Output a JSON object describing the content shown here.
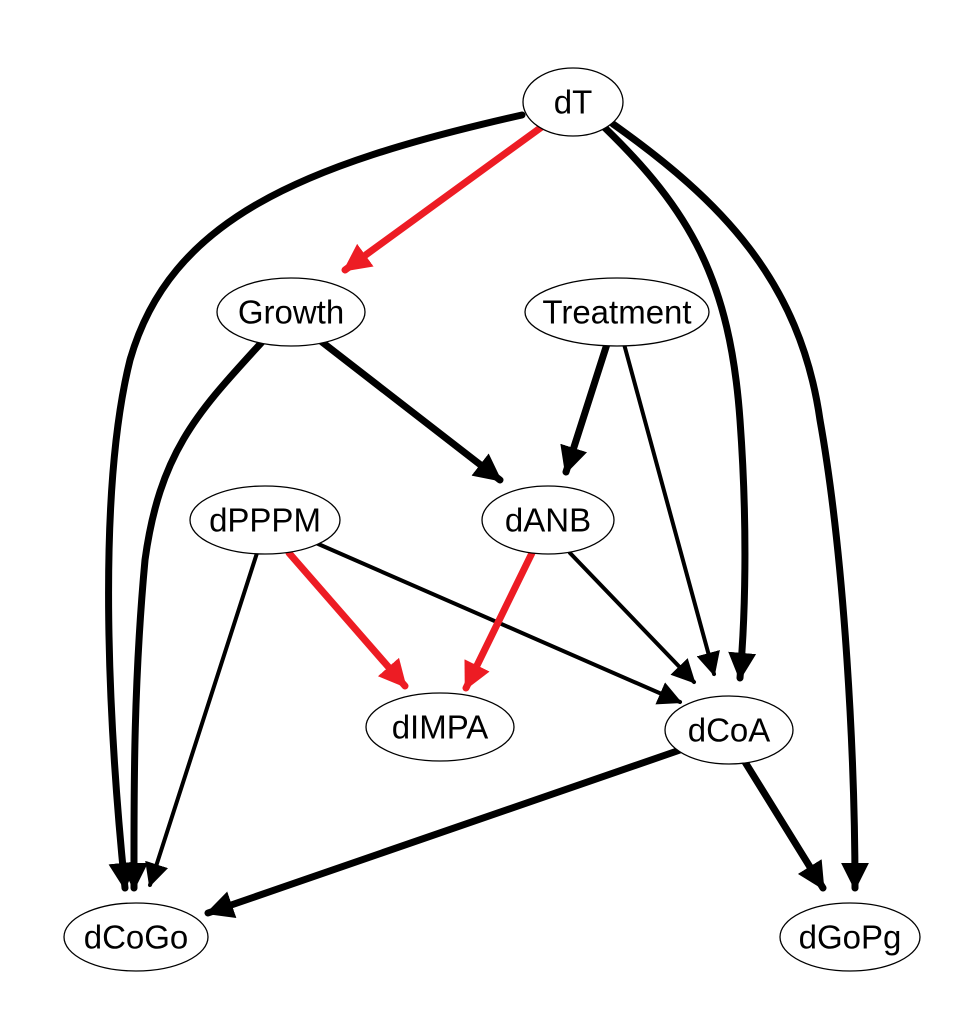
{
  "colors": {
    "normal_edge": "#000000",
    "highlight_edge": "#ed1c24",
    "node_border": "#000000",
    "node_fill": "#ffffff",
    "background": "#ffffff"
  },
  "nodes": [
    {
      "id": "dT",
      "label": "dT"
    },
    {
      "id": "Growth",
      "label": "Growth"
    },
    {
      "id": "Treatment",
      "label": "Treatment"
    },
    {
      "id": "dPPPM",
      "label": "dPPPM"
    },
    {
      "id": "dANB",
      "label": "dANB"
    },
    {
      "id": "dIMPA",
      "label": "dIMPA"
    },
    {
      "id": "dCoA",
      "label": "dCoA"
    },
    {
      "id": "dCoGo",
      "label": "dCoGo"
    },
    {
      "id": "dGoPg",
      "label": "dGoPg"
    }
  ],
  "edges": [
    {
      "from": "dT",
      "to": "Growth",
      "color": "red",
      "weight": "heavy"
    },
    {
      "from": "dT",
      "to": "dCoGo",
      "color": "black",
      "weight": "heavy"
    },
    {
      "from": "dT",
      "to": "dCoA",
      "color": "black",
      "weight": "heavy"
    },
    {
      "from": "dT",
      "to": "dGoPg",
      "color": "black",
      "weight": "heavy"
    },
    {
      "from": "Growth",
      "to": "dCoGo",
      "color": "black",
      "weight": "heavy"
    },
    {
      "from": "Growth",
      "to": "dANB",
      "color": "black",
      "weight": "heavy"
    },
    {
      "from": "Treatment",
      "to": "dANB",
      "color": "black",
      "weight": "heavy"
    },
    {
      "from": "Treatment",
      "to": "dCoA",
      "color": "black",
      "weight": "light"
    },
    {
      "from": "dPPPM",
      "to": "dCoGo",
      "color": "black",
      "weight": "light"
    },
    {
      "from": "dPPPM",
      "to": "dIMPA",
      "color": "red",
      "weight": "heavy"
    },
    {
      "from": "dPPPM",
      "to": "dCoA",
      "color": "black",
      "weight": "light"
    },
    {
      "from": "dANB",
      "to": "dIMPA",
      "color": "red",
      "weight": "heavy"
    },
    {
      "from": "dANB",
      "to": "dCoA",
      "color": "black",
      "weight": "light"
    },
    {
      "from": "dCoA",
      "to": "dCoGo",
      "color": "black",
      "weight": "heavy"
    },
    {
      "from": "dCoA",
      "to": "dGoPg",
      "color": "black",
      "weight": "heavy"
    }
  ]
}
